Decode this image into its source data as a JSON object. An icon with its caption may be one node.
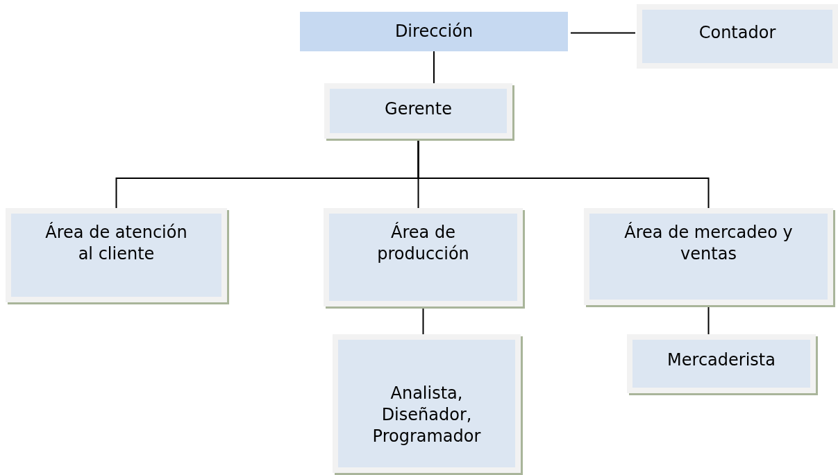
{
  "diagram": {
    "nodes": [
      {
        "text": [
          "Dirección"
        ]
      },
      {
        "text": [
          "Contador"
        ]
      },
      {
        "text": [
          "Gerente"
        ]
      },
      {
        "text": [
          "Área de atención al cliente"
        ]
      },
      {
        "text": [
          "Área de producción"
        ]
      },
      {
        "text": [
          "Área de mercadeo y ventas"
        ]
      },
      {
        "text": [
          "Analista, Diseñador, Programador"
        ]
      },
      {
        "text": [
          "Mercaderista"
        ]
      }
    ],
    "edges": [
      {
        "from": 0,
        "to": 1,
        "arrow": "none"
      },
      {
        "from": 0,
        "to": 2,
        "arrow": "none"
      },
      {
        "from": 2,
        "to": 3,
        "arrow": "none"
      },
      {
        "from": 2,
        "to": 4,
        "arrow": "none"
      },
      {
        "from": 2,
        "to": 5,
        "arrow": "none"
      },
      {
        "from": 4,
        "to": 6,
        "arrow": "none"
      },
      {
        "from": 5,
        "to": 7,
        "arrow": "none"
      }
    ]
  }
}
